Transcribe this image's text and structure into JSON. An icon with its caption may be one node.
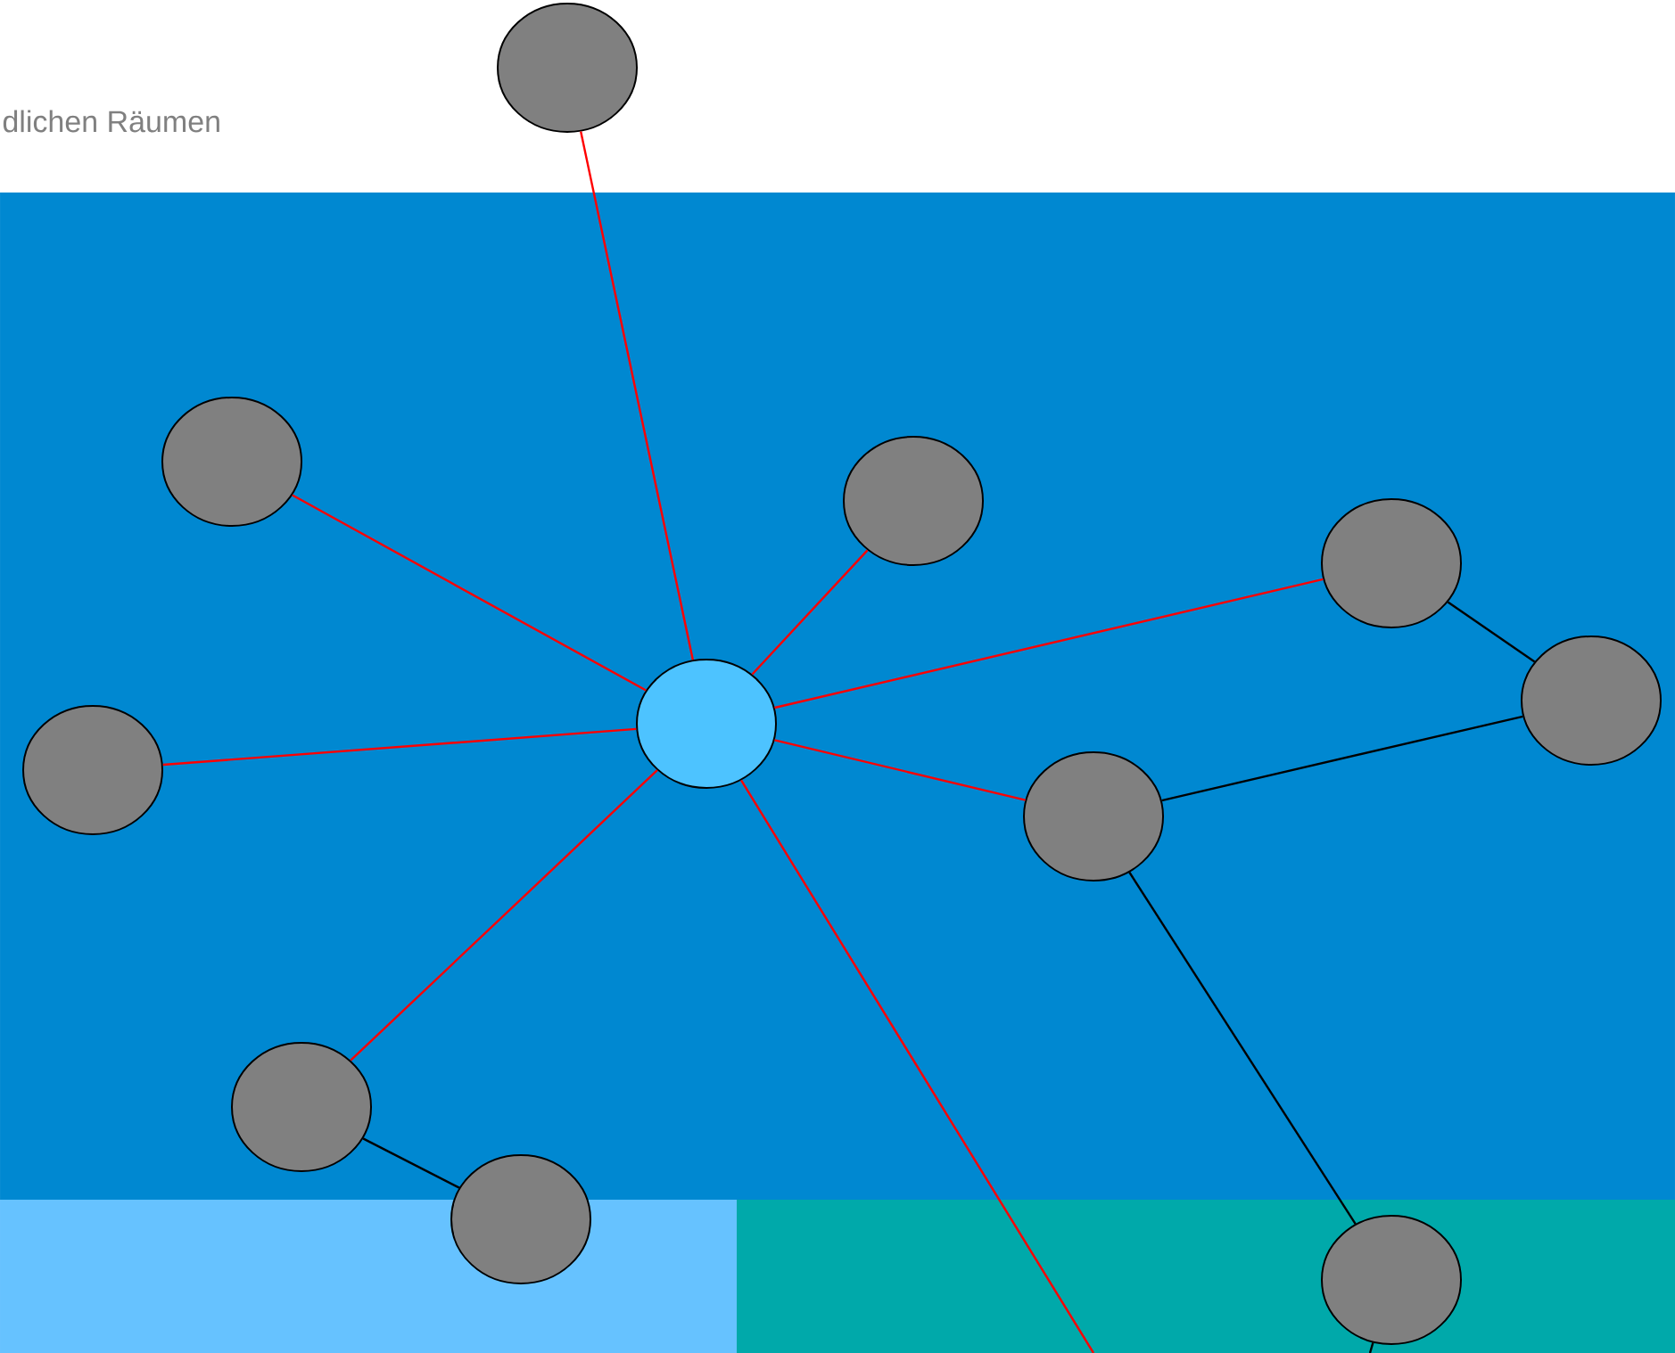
{
  "diagram": {
    "nodes": [
      {
        "text": [],
        "shape": "circle"
      },
      {
        "text": [],
        "shape": "circle"
      },
      {
        "text": [],
        "shape": "circle"
      },
      {
        "text": [],
        "shape": "circle"
      },
      {
        "text": [],
        "shape": "circle"
      },
      {
        "text": [],
        "shape": "circle"
      },
      {
        "text": [],
        "shape": "circle"
      },
      {
        "text": [],
        "shape": "circle"
      },
      {
        "text": [],
        "shape": "circle"
      },
      {
        "text": [],
        "shape": "circle"
      },
      {
        "text": [],
        "shape": "circle"
      }
    ],
    "edges": [
      {
        "from": 0,
        "to": 1,
        "arrow": "none"
      },
      {
        "from": 0,
        "to": 2,
        "arrow": "none"
      },
      {
        "from": 0,
        "to": 3,
        "arrow": "none"
      },
      {
        "from": 0,
        "to": 4,
        "arrow": "none"
      },
      {
        "from": 0,
        "to": 6,
        "arrow": "none"
      },
      {
        "from": 0,
        "to": 7,
        "arrow": "none"
      },
      {
        "from": 0,
        "to": 8,
        "arrow": "none"
      },
      {
        "from": 0,
        "to": null,
        "arrow": "none"
      },
      {
        "from": 4,
        "to": 5,
        "arrow": "none",
        "color": "#000000"
      },
      {
        "from": 5,
        "to": 7,
        "arrow": "none",
        "color": "#000000"
      },
      {
        "from": 7,
        "to": 10,
        "arrow": "none",
        "color": "#000000"
      },
      {
        "from": 8,
        "to": 9,
        "arrow": "none",
        "color": "#000000"
      },
      {
        "from": 10,
        "to": null,
        "arrow": "none",
        "color": "#000000"
      }
    ],
    "labels": [
      "dlichen Räumen"
    ]
  }
}
